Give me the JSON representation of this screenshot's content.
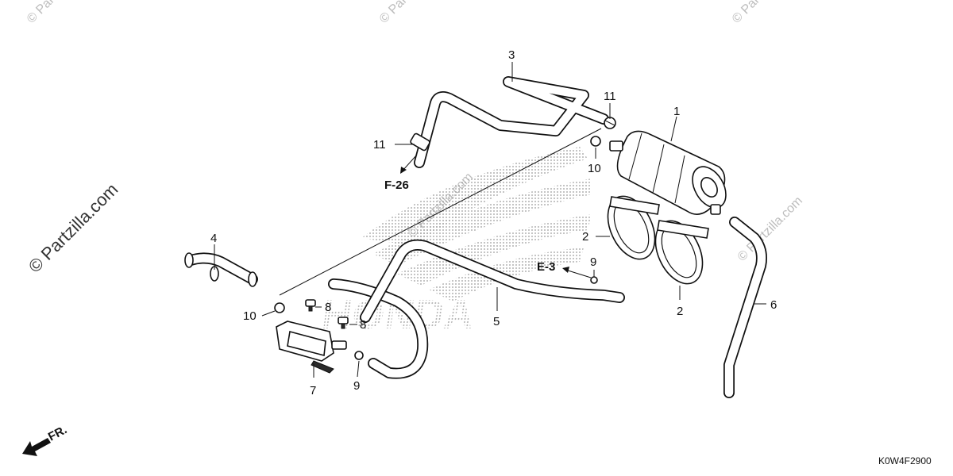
{
  "watermarks": {
    "side": "© Partzilla.com",
    "faint": "© Partzilla.com"
  },
  "logo": {
    "text": "HONDA"
  },
  "references": {
    "f26": "F-26",
    "e3": "E-3"
  },
  "diagram_code": "K0W4F2900",
  "front_marker": "FR.",
  "callouts": {
    "c1": "1",
    "c2a": "2",
    "c2b": "2",
    "c3": "3",
    "c4": "4",
    "c5": "5",
    "c6": "6",
    "c7": "7",
    "c8a": "8",
    "c8b": "8",
    "c9a": "9",
    "c9b": "9",
    "c10a": "10",
    "c10b": "10",
    "c11a": "11",
    "c11b": "11"
  }
}
